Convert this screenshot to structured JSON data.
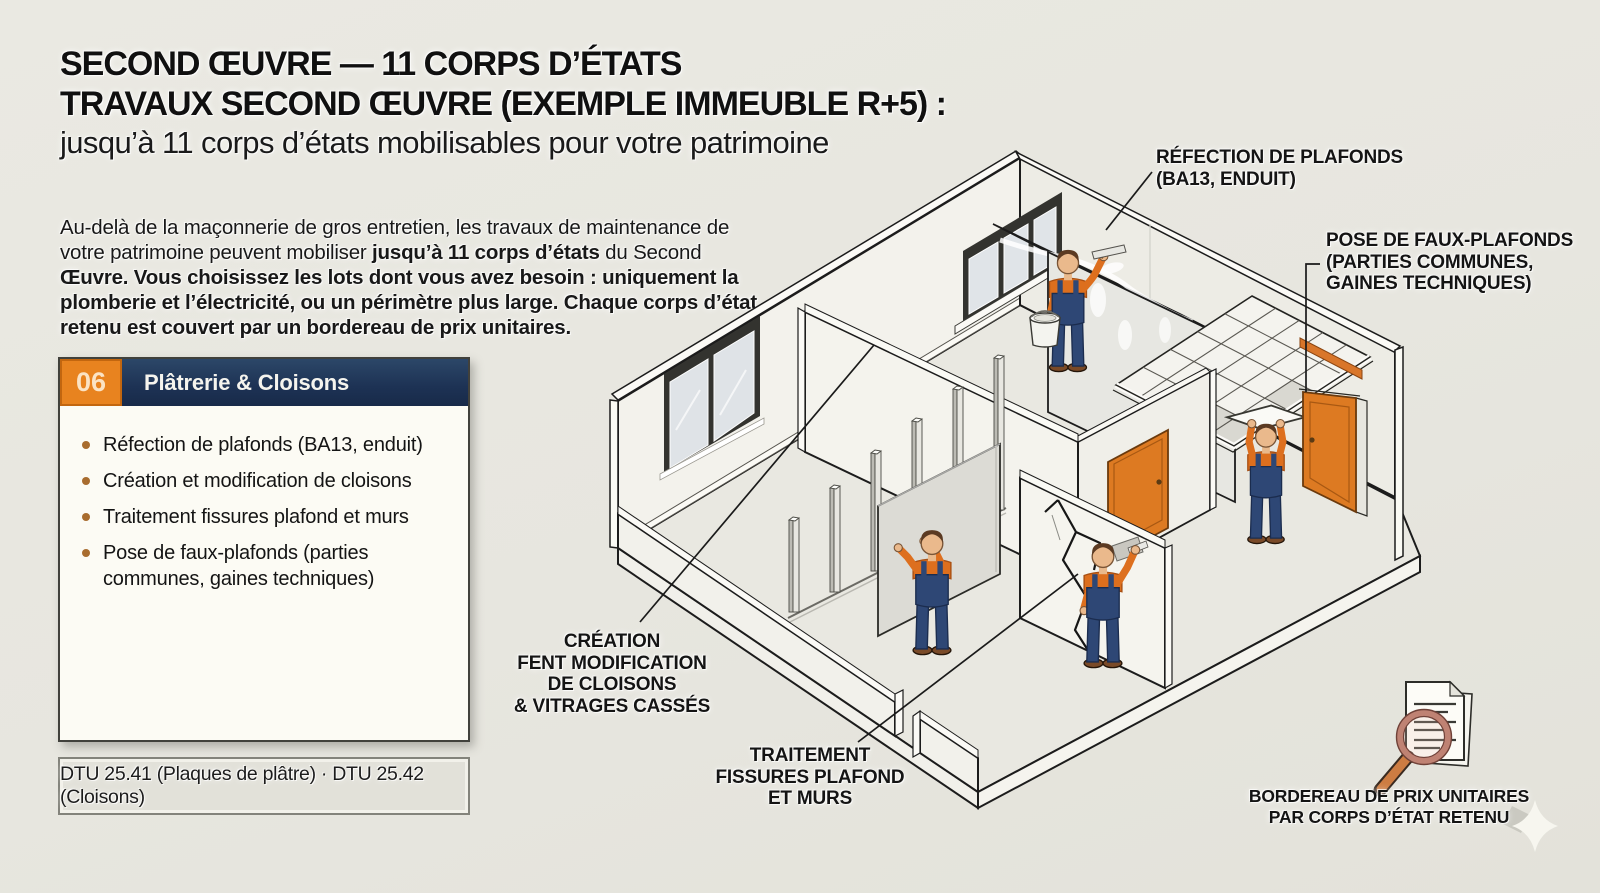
{
  "page": {
    "background": "#e7e6df",
    "accent_orange": "#e8831f",
    "navy": "#1d3254",
    "door_orange": "#dd7a22",
    "text_color": "#161616"
  },
  "header": {
    "title_line1": "SECOND ŒUVRE — 11 CORPS D’ÉTATS",
    "title_line2": "TRAVAUX SECOND ŒUVRE (EXEMPLE IMMEUBLE R+5) :",
    "subtitle": "jusqu’à 11 corps d’états mobilisables pour votre patrimoine"
  },
  "intro": {
    "p1": "Au-delà de la maçonnerie de gros entretien, les travaux de maintenance de votre patrimoine peuvent mobiliser ",
    "b1": "jusqu’à 11 corps d’états",
    "p2": " du Second ",
    "b2": "Œuvre. Vous choisissez les lots dont vous avez besoin : uniquement la plomberie et l’électricité, ou un périmètre plus large. Chaque corps d’état retenu est couvert par un bordereau de prix unitaires."
  },
  "lot_card": {
    "number": "06",
    "title": "Plâtrerie & Cloisons",
    "items": [
      "Réfection de plafonds (BA13, enduit)",
      "Création et modification de cloisons",
      "Traitement fissures plafond et murs",
      "Pose de faux-plafonds (parties communes, gaines techniques)"
    ]
  },
  "footnote": "DTU 25.41 (Plaques de plâtre) · DTU 25.42 (Cloisons)",
  "annotations": {
    "refection": "RÉFECTION DE PLAFONDS\n(BA13, ENDUIT)",
    "pose": "POSE DE FAUX-PLAFONDS\n(PARTIES COMMUNES,\nGAINES TECHNIQUES)",
    "creation": "CRÉATION\nFENT MODIFICATION\nDE CLOISONS\n& VITRAGES CASSÉS",
    "traitement": "TRAITEMENT\nFISSURES PLAFOND\nET MURS",
    "bordereau": "BORDEREAU DE PRIX UNITAIRES\nPAR CORPS D’ÉTAT RETENU"
  }
}
